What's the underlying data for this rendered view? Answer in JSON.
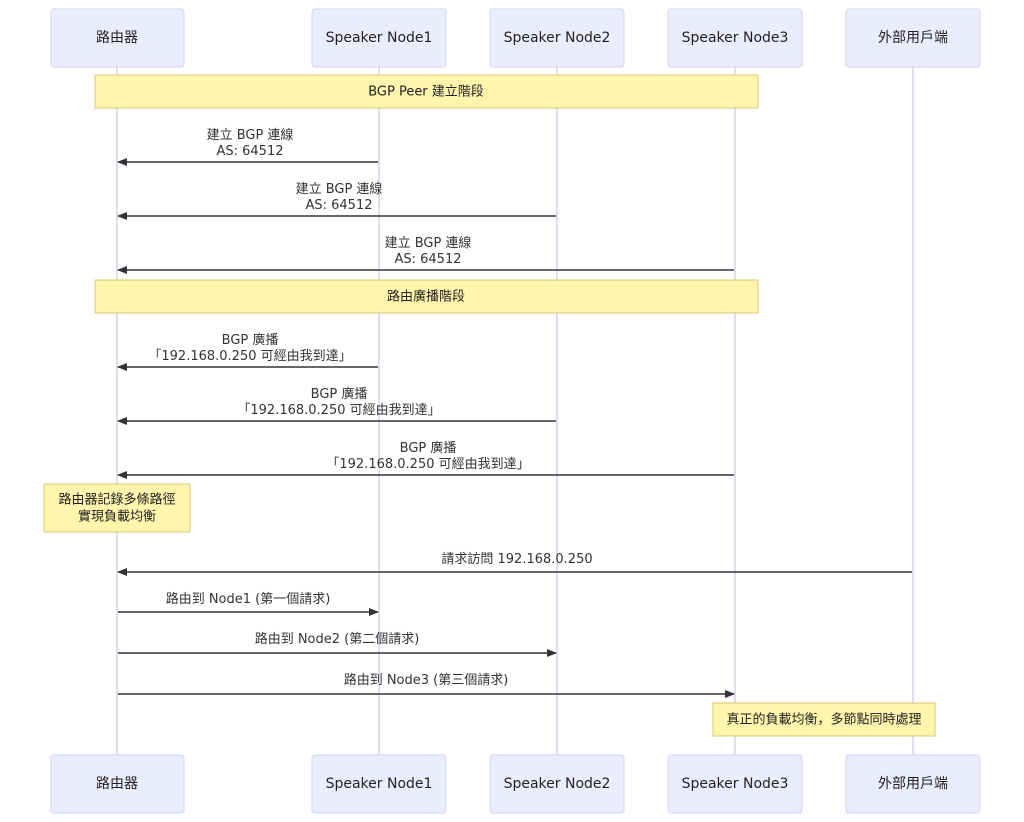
{
  "colors": {
    "actor_fill": "#ECECFF",
    "actor_border": "#D3D3EE",
    "lifeline": "#C8C8E8",
    "note_fill": "#FFF5AD",
    "note_border": "#D9CC6E",
    "message_line": "#333333"
  },
  "participants": [
    {
      "id": "router",
      "label": "路由器"
    },
    {
      "id": "node1",
      "label": "Speaker Node1"
    },
    {
      "id": "node2",
      "label": "Speaker Node2"
    },
    {
      "id": "node3",
      "label": "Speaker Node3"
    },
    {
      "id": "client",
      "label": "外部用戶端"
    }
  ],
  "sections": [
    {
      "label": "BGP Peer 建立階段"
    },
    {
      "label": "路由廣播階段"
    }
  ],
  "notes": [
    {
      "lines": [
        "路由器記錄多條路徑",
        "實現負載均衡"
      ]
    },
    {
      "lines": [
        "真正的負載均衡，多節點同時處理"
      ]
    }
  ],
  "messages": [
    {
      "from": "node1",
      "to": "router",
      "lines": [
        "建立 BGP 連線",
        "AS: 64512"
      ]
    },
    {
      "from": "node2",
      "to": "router",
      "lines": [
        "建立 BGP 連線",
        "AS: 64512"
      ]
    },
    {
      "from": "node3",
      "to": "router",
      "lines": [
        "建立 BGP 連線",
        "AS: 64512"
      ]
    },
    {
      "from": "node1",
      "to": "router",
      "lines": [
        "BGP 廣播",
        "「192.168.0.250 可經由我到達」"
      ]
    },
    {
      "from": "node2",
      "to": "router",
      "lines": [
        "BGP 廣播",
        "「192.168.0.250 可經由我到達」"
      ]
    },
    {
      "from": "node3",
      "to": "router",
      "lines": [
        "BGP 廣播",
        "「192.168.0.250 可經由我到達」"
      ]
    },
    {
      "from": "client",
      "to": "router",
      "lines": [
        "請求訪問 192.168.0.250"
      ]
    },
    {
      "from": "router",
      "to": "node1",
      "lines": [
        "路由到 Node1 (第一個請求)"
      ]
    },
    {
      "from": "router",
      "to": "node2",
      "lines": [
        "路由到 Node2 (第二個請求)"
      ]
    },
    {
      "from": "router",
      "to": "node3",
      "lines": [
        "路由到 Node3 (第三個請求)"
      ]
    }
  ]
}
